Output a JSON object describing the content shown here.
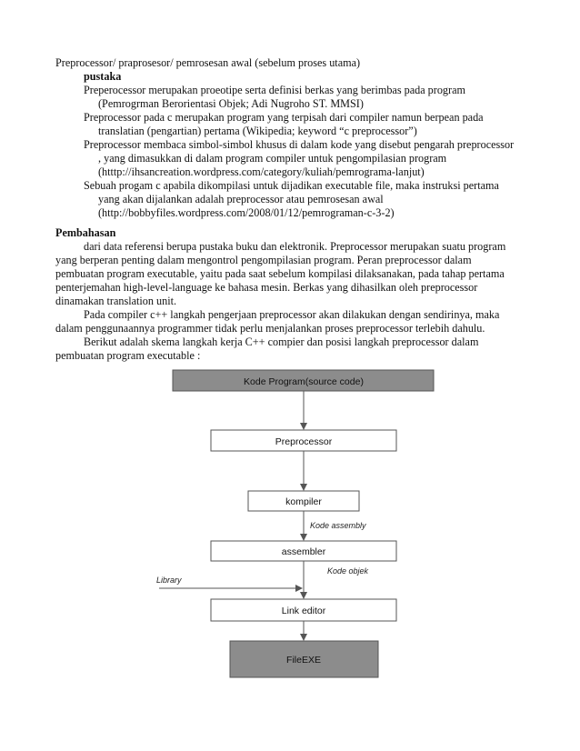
{
  "intro": {
    "heading": "Preprocessor/ praprosesor/ pemrosesan awal (sebelum proses utama)",
    "pustaka_label": "pustaka",
    "ref1_l1": "Preperocessor merupakan proeotipe serta definisi berkas yang berimbas pada program",
    "ref1_l2": "(Pemrogrman Berorientasi Objek; Adi Nugroho ST. MMSI)",
    "ref2_l1": "Preprocessor pada c merupakan program yang terpisah dari compiler namun berpean pada",
    "ref2_l2": "translatian (pengartian) pertama (Wikipedia; keyword “c preprocessor”)",
    "ref3_l1": "Preprocessor membaca simbol-simbol khusus di dalam kode yang disebut pengarah preprocessor",
    "ref3_l2": ", yang dimasukkan di dalam program compiler untuk pengompilasian program",
    "ref3_l3": "(htttp://ihsancreation.wordpress.com/category/kuliah/pemrograma-lanjut)",
    "ref4_l1": "Sebuah progam c apabila dikompilasi untuk dijadikan executable file, maka instruksi pertama",
    "ref4_l2": "yang akan dijalankan adalah preprocessor atau pemrosesan awal",
    "ref4_l3": "(http://bobbyfiles.wordpress.com/2008/01/12/pemrograman-c-3-2)"
  },
  "pembahasan": {
    "heading": "Pembahasan",
    "p1_l1": "dari data referensi berupa pustaka buku dan elektronik. Preprocessor merupakan suatu program",
    "p1_l2": "yang berperan penting dalam mengontrol pengompilasian program. Peran preprocessor dalam",
    "p1_l3": "pembuatan program executable, yaitu pada saat sebelum kompilasi dilaksanakan, pada tahap pertama",
    "p1_l4": "penterjemahan high-level-language ke bahasa mesin. Berkas yang dihasilkan oleh preprocessor",
    "p1_l5": "dinamakan translation unit.",
    "p2_l1": "Pada compiler c++ langkah pengerjaan preprocessor akan dilakukan dengan sendirinya, maka",
    "p2_l2": "dalam penggunaannya programmer tidak perlu menjalankan proses preprocessor terlebih dahulu.",
    "p3_l1": "Berikut adalah skema langkah kerja C++ compier dan posisi langkah preprocessor dalam",
    "p3_l2": "pembuatan program executable :"
  },
  "diagram": {
    "box_source": "Kode Program(source code)",
    "box_preprocessor": "Preprocessor",
    "box_kompiler": "kompiler",
    "label_assembly": "Kode assembly",
    "box_assembler": "assembler",
    "label_objek": "Kode objek",
    "label_library": "Library",
    "box_link": "Link editor",
    "box_exe": "FileEXE",
    "dark_fill": "#8c8c8c",
    "border_color": "#555555"
  }
}
